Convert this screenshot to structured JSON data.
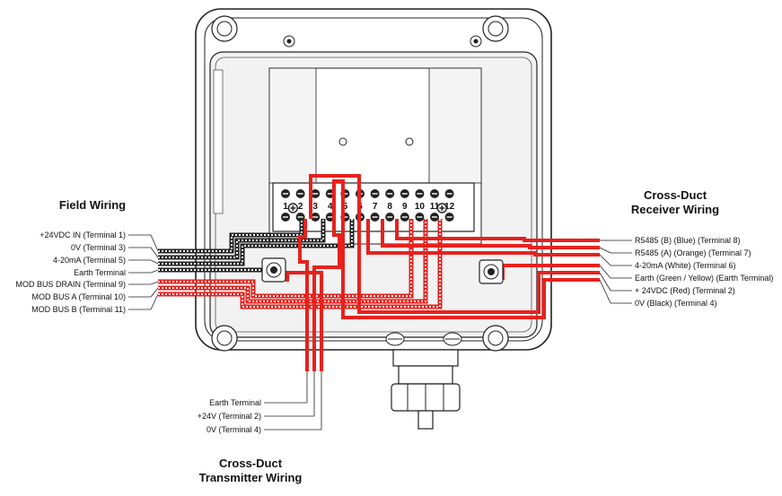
{
  "field_wiring": {
    "title": "Field Wiring",
    "labels": [
      "+24VDC IN (Terminal 1)",
      "0V (Terminal 3)",
      "4-20mA (Terminal 5)",
      "Earth Terminal",
      "MOD BUS DRAIN (Terminal 9)",
      "MOD BUS A (Terminal 10)",
      "MOD BUS B (Terminal 11)"
    ]
  },
  "receiver_wiring": {
    "title_line1": "Cross-Duct",
    "title_line2": "Receiver Wiring",
    "labels": [
      "R5485 (B) (Blue) (Terminal 8)",
      "R5485 (A) (Orange) (Terminal 7)",
      "4-20mA (White) (Terminal 6)",
      "Earth (Green / Yellow) (Earth Terminal)",
      "+ 24VDC (Red) (Terminal 2)",
      "0V (Black) (Terminal 4)"
    ]
  },
  "transmitter_wiring": {
    "title_line1": "Cross-Duct",
    "title_line2": "Transmitter Wiring",
    "labels": [
      "Earth Terminal",
      "+24V (Terminal 2)",
      "0V (Terminal 4)"
    ]
  },
  "terminal_block": {
    "numbers": [
      "1",
      "2",
      "3",
      "4",
      "5",
      "6",
      "7",
      "8",
      "9",
      "10",
      "11",
      "12"
    ]
  },
  "colors": {
    "red": "#e8211d",
    "outline": "#222222",
    "panel": "#f2f2f2"
  }
}
